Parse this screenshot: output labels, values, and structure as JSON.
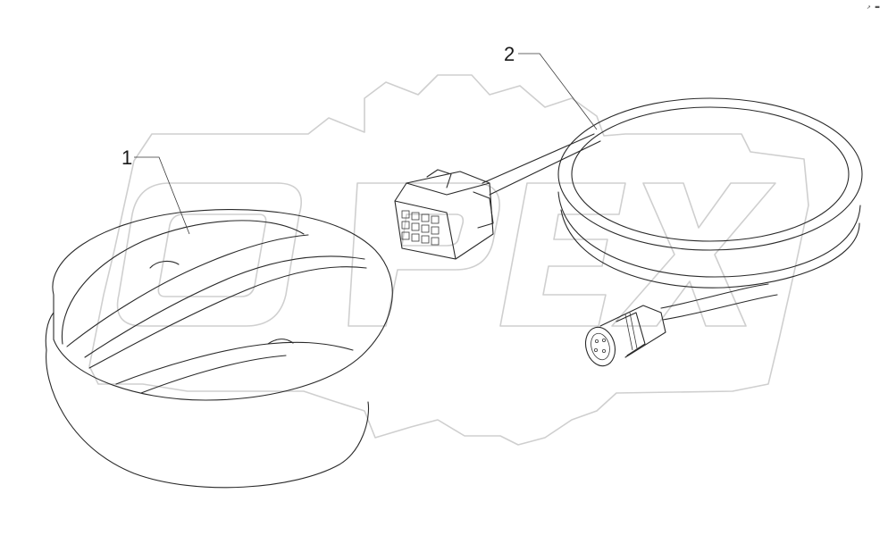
{
  "diagram": {
    "callouts": [
      {
        "id": "1",
        "label": "1"
      },
      {
        "id": "2",
        "label": "2"
      }
    ],
    "corner_mark": "↗ ▬",
    "watermark_text": "OPEX",
    "colors": {
      "line": "#2a2a2a",
      "watermark": "#cfcfcf",
      "background": "#ffffff"
    }
  }
}
